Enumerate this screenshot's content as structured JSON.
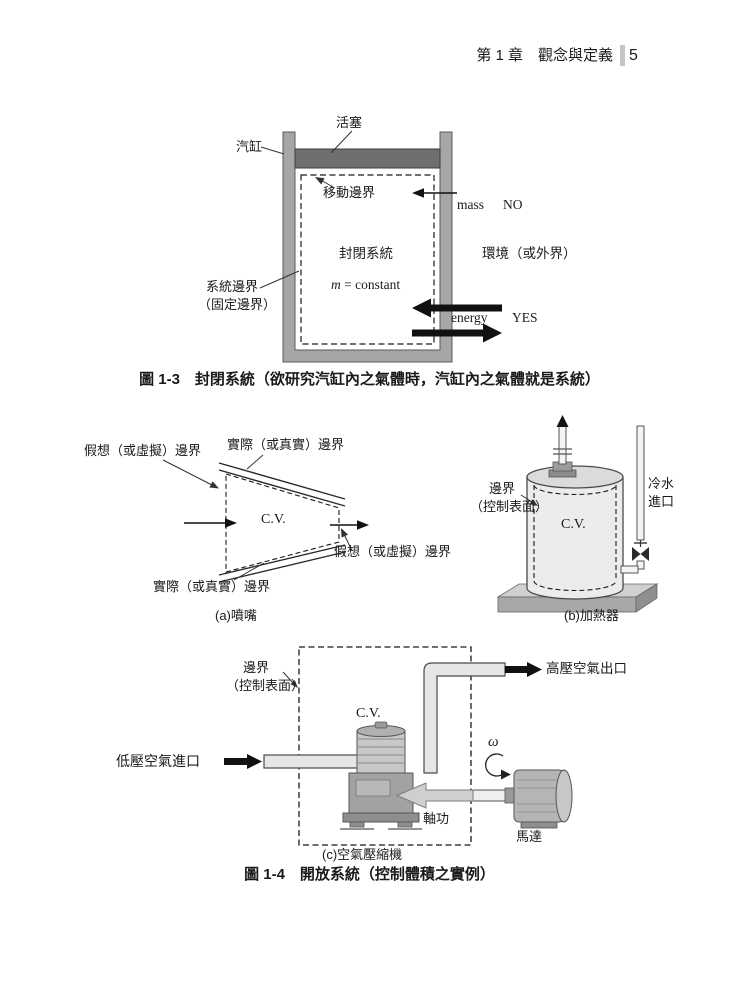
{
  "header": {
    "chapter": "第 1 章　觀念與定義",
    "page_number": "5"
  },
  "fig13": {
    "piston": "活塞",
    "cylinder": "汽缸",
    "moving_boundary": "移動邊界",
    "closed_system": "封閉系統",
    "m_var": "m",
    "m_eq": " = constant",
    "system_boundary": "系統邊界",
    "fixed_boundary": "（固定邊界）",
    "mass": "mass",
    "no": "NO",
    "environment": "環境（或外界）",
    "energy": "energy",
    "yes": "YES",
    "caption": "圖 1-3　封閉系統（欲研究汽缸內之氣體時，汽缸內之氣體就是系統）"
  },
  "fig14": {
    "nozzle": {
      "imaginary_top": "假想（或虛擬）邊界",
      "actual_top": "實際（或真實）邊界",
      "cv": "C.V.",
      "imaginary_right": "假想（或虛擬）邊界",
      "actual_bottom": "實際（或真實）邊界",
      "caption": "(a)噴嘴"
    },
    "heater": {
      "boundary": "邊界",
      "control_surface": "（控制表面）",
      "cv": "C.V.",
      "cold_water": "冷水",
      "inlet": "進口",
      "caption": "(b)加熱器"
    },
    "compressor": {
      "boundary": "邊界",
      "control_surface": "（控制表面）",
      "cv": "C.V.",
      "outlet": "高壓空氣出口",
      "inlet": "低壓空氣進口",
      "shaft_work": "軸功",
      "motor": "馬達",
      "omega": "ω",
      "caption": "(c)空氣壓縮機"
    },
    "caption": "圖 1-4　開放系統（控制體積之實例）"
  }
}
